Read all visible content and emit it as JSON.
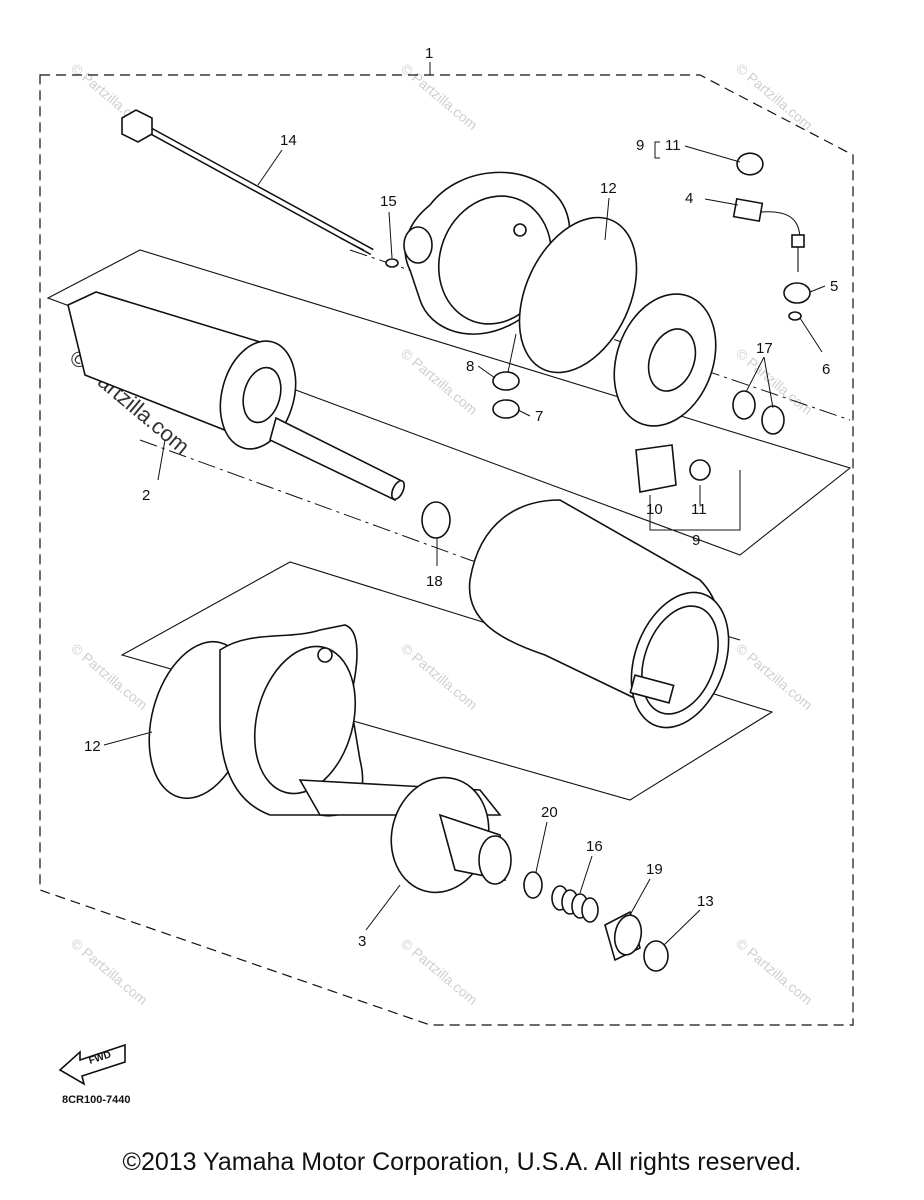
{
  "diagram": {
    "drawing_code": "8CR100-7440",
    "fwd_label": "FWD",
    "watermark": "© Partzilla.com",
    "part_labels": {
      "p1": "1",
      "p2": "2",
      "p3": "3",
      "p4": "4",
      "p5": "5",
      "p6": "6",
      "p7": "7",
      "p8": "8",
      "p9a": "9",
      "p9b": "9",
      "p10": "10",
      "p11a": "11",
      "p11b": "11",
      "p12a": "12",
      "p12b": "12",
      "p13": "13",
      "p14": "14",
      "p15": "15",
      "p16": "16",
      "p17": "17",
      "p18": "18",
      "p19": "19",
      "p20": "20"
    }
  },
  "footer": {
    "copyright": "©2013  Yamaha Motor Corporation, U.S.A. All rights reserved."
  }
}
